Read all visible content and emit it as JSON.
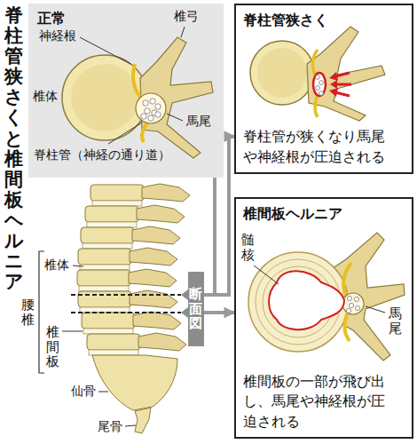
{
  "diagram": {
    "title": "脊柱管狭さくと椎間板ヘルニア",
    "nodes": [
      {
        "text": [
          "正常"
        ]
      },
      {
        "text": [
          "脊柱管狭さく",
          "脊柱管が狭くなり馬尾や神経根が圧迫される"
        ]
      },
      {
        "text": [
          "椎間板ヘルニア",
          "椎間板の一部が飛び出し、馬尾や神経根が圧迫される"
        ]
      },
      {
        "text": [
          "断面図"
        ]
      }
    ],
    "edges": [
      {
        "from": 3,
        "to": 0,
        "arrow": "none"
      },
      {
        "from": 3,
        "to": 1,
        "arrow": "to"
      },
      {
        "from": 3,
        "to": 2,
        "arrow": "to"
      }
    ],
    "labels": [
      "神経根",
      "椎弓",
      "椎体",
      "馬尾",
      "脊柱管（神経の通り道）",
      "髄核",
      "馬尾",
      "椎体",
      "腰椎",
      "椎間板",
      "仙骨",
      "尾骨"
    ]
  }
}
